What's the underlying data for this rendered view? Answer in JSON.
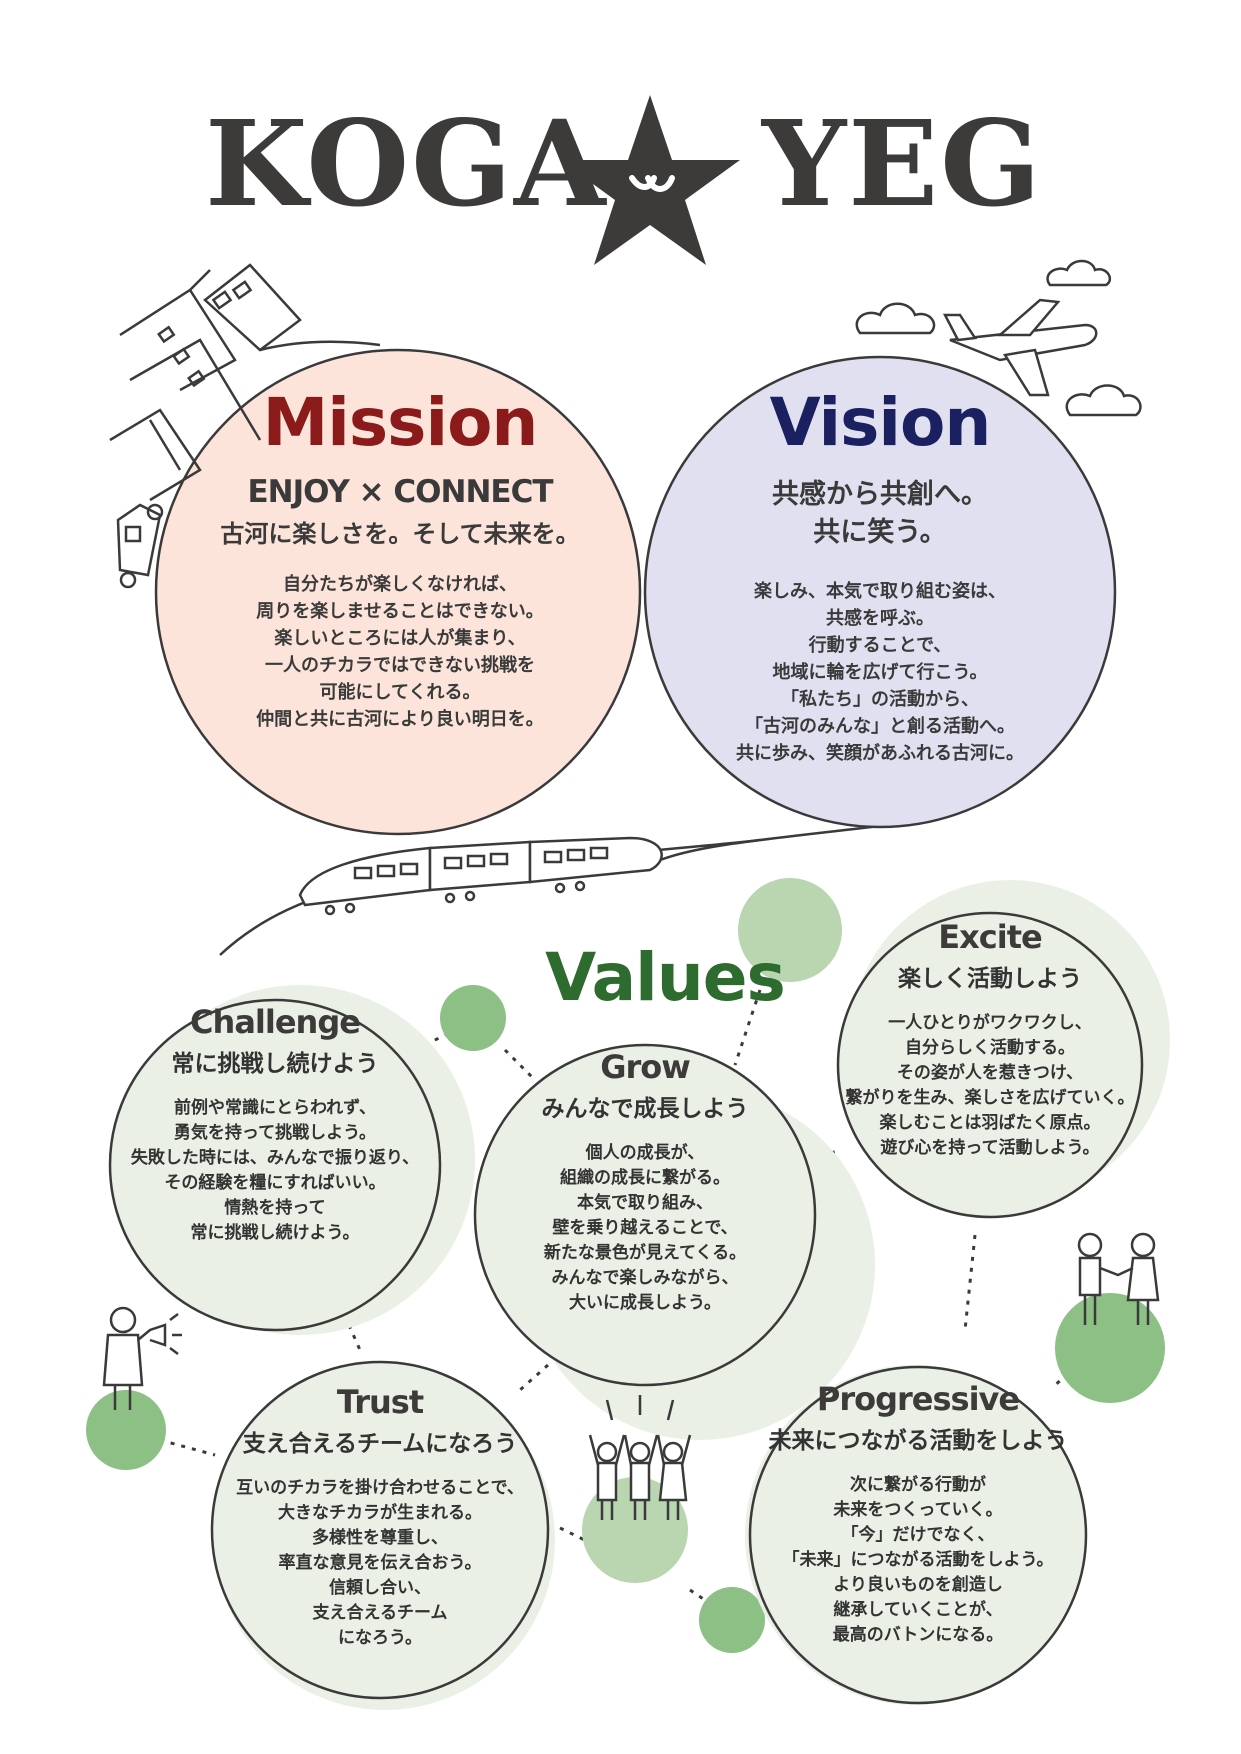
{
  "logo": {
    "left": "KOGA",
    "right": "YEG"
  },
  "mission": {
    "title": "Mission",
    "tagline": "ENJOY × CONNECT",
    "subtitle": "古河に楽しさを。そして未来を。",
    "body": "自分たちが楽しくなければ、\n周りを楽しませることはできない。\n楽しいところには人が集まり、\n一人のチカラではできない挑戦を\n可能にしてくれる。\n仲間と共に古河により良い明日を。"
  },
  "vision": {
    "title": "Vision",
    "subtitle": "共感から共創へ。\n共に笑う。",
    "body": "楽しみ、本気で取り組む姿は、\n共感を呼ぶ。\n行動することで、\n地域に輪を広げて行こう。\n「私たち」の活動から、\n「古河のみんな」と創る活動へ。\n共に歩み、笑顔があふれる古河に。"
  },
  "values": {
    "title": "Values",
    "challenge": {
      "title": "Challenge",
      "subtitle": "常に挑戦し続けよう",
      "body": "前例や常識にとらわれず、\n勇気を持って挑戦しよう。\n失敗した時には、みんなで振り返り、\nその経験を糧にすればいい。\n情熱を持って\n常に挑戦し続けよう。"
    },
    "grow": {
      "title": "Grow",
      "subtitle": "みんなで成長しよう",
      "body": "個人の成長が、\n組織の成長に繋がる。\n本気で取り組み、\n壁を乗り越えることで、\n新たな景色が見えてくる。\nみんなで楽しみながら、\n大いに成長しよう。"
    },
    "excite": {
      "title": "Excite",
      "subtitle": "楽しく活動しよう",
      "body": "一人ひとりがワクワクし、\n自分らしく活動する。\nその姿が人を惹きつけ、\n繋がりを生み、楽しさを広げていく。\n楽しむことは羽ばたく原点。\n遊び心を持って活動しよう。"
    },
    "trust": {
      "title": "Trust",
      "subtitle": "支え合えるチームになろう",
      "body": "互いのチカラを掛け合わせることで、\n大きなチカラが生まれる。\n多様性を尊重し、\n率直な意見を伝え合おう。\n信頼し合い、\n支え合えるチーム\nになろう。"
    },
    "progressive": {
      "title": "Progressive",
      "subtitle": "未来につながる活動をしよう",
      "body": "次に繋がる行動が\n未来をつくっていく。\n「今」だけでなく、\n「未来」につながる活動をしよう。\nより良いものを創造し\n継承していくことが、\n最高のバトンになる。"
    }
  },
  "colors": {
    "mission_fill": "#fce4da",
    "mission_title": "#8b1a1a",
    "vision_fill": "#e0e0f0",
    "vision_title": "#1a2060",
    "values_title": "#2e6b2e",
    "values_fill": "#eaf0e6",
    "accent_green": "#8cc084",
    "line": "#3a3a3a"
  },
  "icons": [
    "star-logo-icon",
    "buildings-icon",
    "car-icon",
    "airplane-icon",
    "cloud-icon",
    "train-icon",
    "megaphone-person-icon",
    "handshake-people-icon",
    "cheering-people-icon"
  ]
}
